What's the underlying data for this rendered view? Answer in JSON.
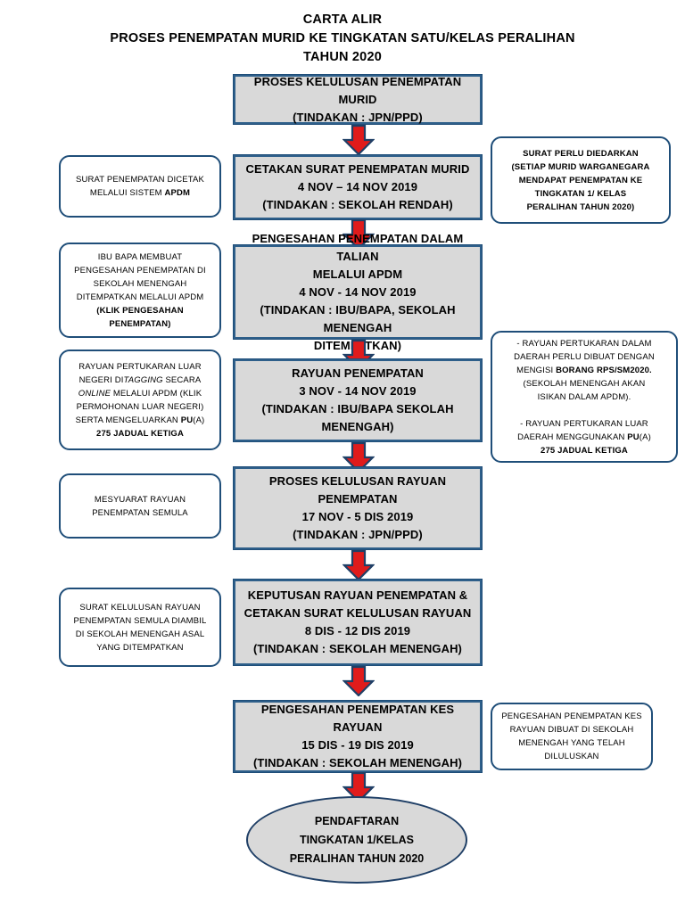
{
  "title": {
    "line1": "CARTA ALIR",
    "line2": "PROSES PENEMPATAN MURID KE TINGKATAN SATU/KELAS PERALIHAN",
    "line3": "TAHUN 2020"
  },
  "colors": {
    "box_fill": "#D9D9D9",
    "box_border": "#2E5F8A",
    "note_border": "#1F4E79",
    "note_fill": "#FFFFFF",
    "arrow_fill": "#E01B1B",
    "arrow_outline": "#1F3F66",
    "text": "#000000"
  },
  "flow": {
    "steps": [
      {
        "id": "step-1",
        "name": "proses-kelulusan-penempatan-murid",
        "lines": [
          "PROSES KELULUSAN PENEMPATAN MURID",
          "(TINDAKAN : JPN/PPD)"
        ]
      },
      {
        "id": "step-2",
        "name": "cetakan-surat-penempatan-murid",
        "lines": [
          "CETAKAN SURAT PENEMPATAN MURID",
          "4 NOV – 14 NOV 2019",
          "(TINDAKAN : SEKOLAH RENDAH)"
        ]
      },
      {
        "id": "step-3",
        "name": "pengesahan-penempatan-dalam-talian",
        "lines": [
          "PENGESAHAN PENEMPATAN DALAM TALIAN",
          "MELALUI APDM",
          "4 NOV - 14 NOV 2019",
          "(TINDAKAN : IBU/BAPA, SEKOLAH MENENGAH",
          "DITEMPATKAN)"
        ]
      },
      {
        "id": "step-4",
        "name": "rayuan-penempatan",
        "lines": [
          "RAYUAN PENEMPATAN",
          "3 NOV - 14 NOV 2019",
          "(TINDAKAN : IBU/BAPA SEKOLAH",
          "MENENGAH)"
        ]
      },
      {
        "id": "step-5",
        "name": "proses-kelulusan-rayuan-penempatan",
        "lines": [
          "PROSES KELULUSAN RAYUAN PENEMPATAN",
          "17 NOV - 5 DIS 2019",
          "(TINDAKAN : JPN/PPD)"
        ]
      },
      {
        "id": "step-6",
        "name": "keputusan-rayuan-penempatan",
        "lines": [
          "KEPUTUSAN RAYUAN PENEMPATAN &",
          "CETAKAN SURAT KELULUSAN RAYUAN",
          "8 DIS - 12 DIS 2019",
          "(TINDAKAN : SEKOLAH MENENGAH)"
        ]
      },
      {
        "id": "step-7",
        "name": "pengesahan-penempatan-kes-rayuan",
        "lines": [
          "PENGESAHAN PENEMPATAN KES RAYUAN",
          "15 DIS - 19 DIS 2019",
          "(TINDAKAN : SEKOLAH MENENGAH)"
        ]
      }
    ],
    "terminator": {
      "id": "terminator",
      "name": "pendaftaran-tingkatan-1",
      "lines": [
        "PENDAFTARAN",
        "TINGKATAN 1/KELAS",
        "PERALIHAN TAHUN 2020"
      ]
    },
    "left_notes": [
      {
        "id": "note-l1",
        "name": "note-surat-penempatan-dicetak",
        "html": "SURAT PENEMPATAN DICETAK<br>MELALUI SISTEM <b class=\"strong\">APDM</b>"
      },
      {
        "id": "note-l2",
        "name": "note-ibu-bapa-membuat-pengesahan",
        "html": "IBU BAPA MEMBUAT<br>PENGESAHAN PENEMPATAN DI<br>SEKOLAH MENENGAH<br>DITEMPATKAN MELALUI APDM<br><b class=\"strong\">(KLIK PENGESAHAN</b><br><b class=\"strong\">PENEMPATAN)</b>"
      },
      {
        "id": "note-l3",
        "name": "note-rayuan-pertukaran-luar-negeri",
        "html": "RAYUAN PERTUKARAN LUAR<br>NEGERI DI<i class=\"em\">TAGGING</i> SECARA<br><i class=\"em\">ONLINE</i> MELALUI  APDM (KLIK<br>PERMOHONAN LUAR NEGERI)<br>SERTA MENGELUARKAN <b class=\"strong\">PU</b>(A)<br><b class=\"strong\">275 JADUAL KETIGA</b>"
      },
      {
        "id": "note-l4",
        "name": "note-mesyuarat-rayuan",
        "html": "MESYUARAT RAYUAN<br>PENEMPATAN SEMULA"
      },
      {
        "id": "note-l5",
        "name": "note-surat-kelulusan-rayuan",
        "html": "SURAT KELULUSAN RAYUAN<br>PENEMPATAN SEMULA DIAMBIL<br>DI SEKOLAH MENENGAH ASAL<br>YANG DITEMPATKAN"
      }
    ],
    "right_notes": [
      {
        "id": "note-r1",
        "name": "note-surat-perlu-diedarkan",
        "html": "SURAT PERLU DIEDARKAN<br>(SETIAP MURID WARGANEGARA<br>MENDAPAT PENEMPATAN KE<br>TINGKATAN 1/ KELAS<br>PERALIHAN TAHUN 2020)"
      },
      {
        "id": "note-r2",
        "name": "note-rayuan-pertukaran-dalam-daerah",
        "html": "- RAYUAN PERTUKARAN DALAM<br>DAERAH PERLU DIBUAT DENGAN<br>MENGISI <b class=\"strong\">BORANG RPS/SM2020.</b><br>(SEKOLAH MENENGAH AKAN<br>ISIKAN DALAM APDM).<br>&nbsp;<br>- RAYUAN PERTUKARAN LUAR<br>DAERAH MENGGUNAKAN <b class=\"strong\">PU</b>(A)<br><b class=\"strong\">275 JADUAL KETIGA</b>"
      },
      {
        "id": "note-r3",
        "name": "note-pengesahan-kes-rayuan",
        "html": "PENGESAHAN PENEMPATAN KES<br>RAYUAN DIBUAT DI SEKOLAH<br>MENENGAH YANG TELAH<br>DILULUSKAN"
      }
    ],
    "arrows": [
      {
        "id": "arrow-1",
        "name": "arrow-step1-to-step2"
      },
      {
        "id": "arrow-2",
        "name": "arrow-step2-to-step3"
      },
      {
        "id": "arrow-3",
        "name": "arrow-step3-to-step4"
      },
      {
        "id": "arrow-4",
        "name": "arrow-step4-to-step5"
      },
      {
        "id": "arrow-5",
        "name": "arrow-step5-to-step6"
      },
      {
        "id": "arrow-6",
        "name": "arrow-step6-to-step7"
      },
      {
        "id": "arrow-7",
        "name": "arrow-step7-to-terminator"
      }
    ]
  }
}
